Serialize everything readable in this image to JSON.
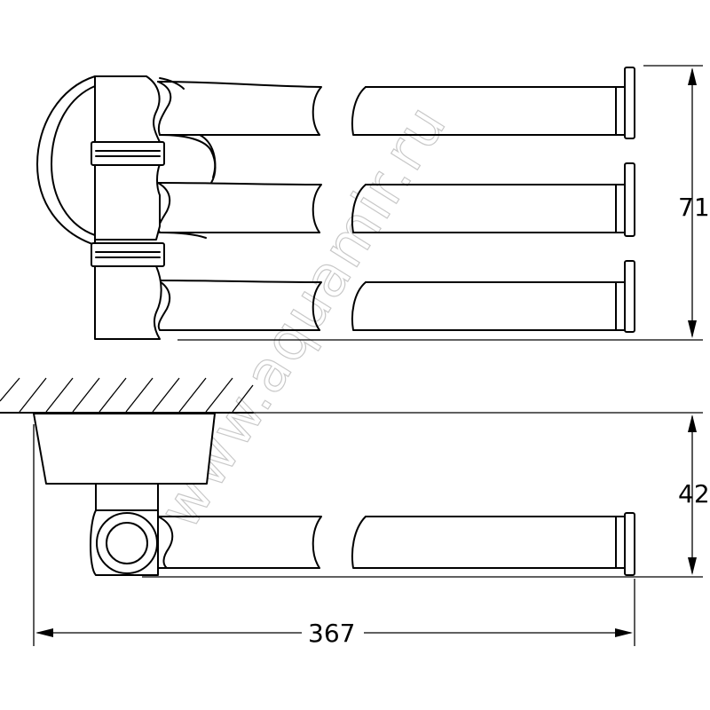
{
  "dimensions": {
    "height_top": "71",
    "height_side": "42",
    "total_width": "367"
  },
  "watermark": "www.aquamir.ru"
}
